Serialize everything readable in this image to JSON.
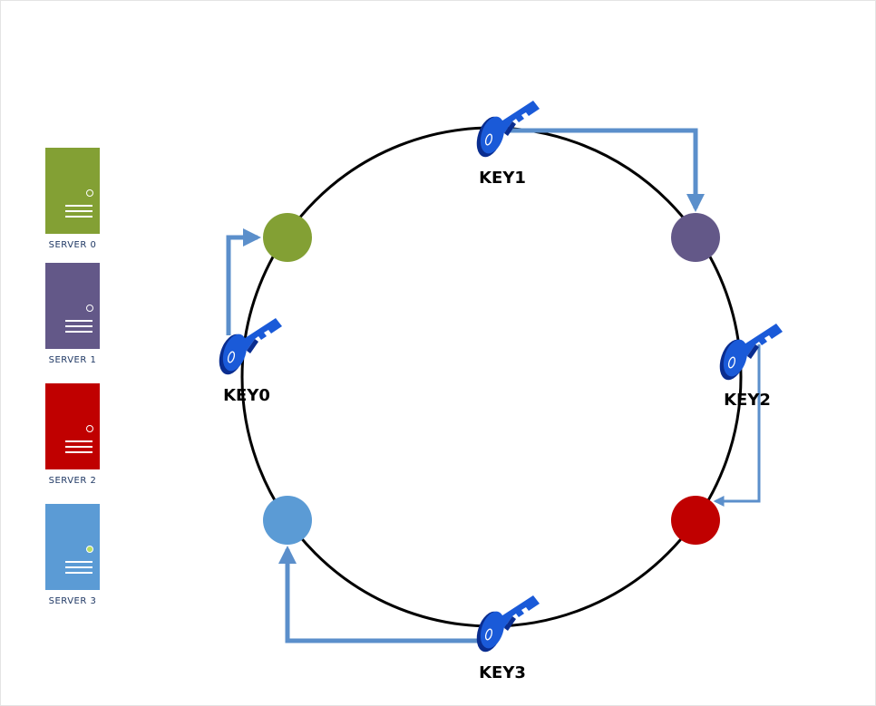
{
  "legend": [
    {
      "label": "SERVER 0",
      "color": "#83a034",
      "led": "#83a034"
    },
    {
      "label": "SERVER 1",
      "color": "#635888",
      "led": "#635888"
    },
    {
      "label": "SERVER 2",
      "color": "#c00000",
      "led": "#c00000"
    },
    {
      "label": "SERVER 3",
      "color": "#5b9bd5",
      "led": "#b7dd62"
    }
  ],
  "ring": {
    "stroke": "#000000"
  },
  "nodes": [
    {
      "server": "SERVER 0",
      "color": "#83a034"
    },
    {
      "server": "SERVER 1",
      "color": "#635888"
    },
    {
      "server": "SERVER 2",
      "color": "#c00000"
    },
    {
      "server": "SERVER 3",
      "color": "#5b9bd5"
    }
  ],
  "keys": [
    {
      "label": "KEY0",
      "maps_to": "SERVER 0"
    },
    {
      "label": "KEY1",
      "maps_to": "SERVER 1"
    },
    {
      "label": "KEY2",
      "maps_to": "SERVER 2"
    },
    {
      "label": "KEY3",
      "maps_to": "SERVER 3"
    }
  ],
  "colors": {
    "arrow": "#5b8fcb",
    "key_fill": "#1a5ad8",
    "key_dark": "#0a2d8f"
  },
  "icons": {
    "server": "server-icon",
    "key": "key-icon"
  }
}
